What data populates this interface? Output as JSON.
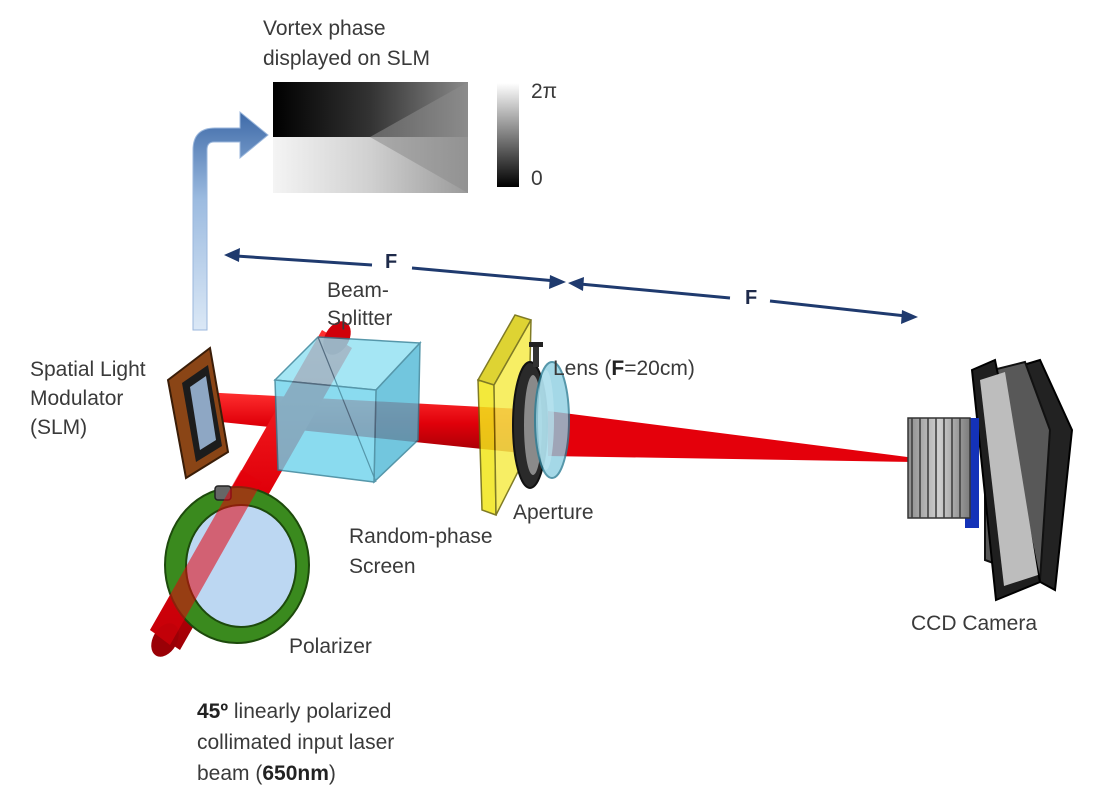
{
  "labels": {
    "vortex_line1": "Vortex phase",
    "vortex_line2": "displayed on SLM",
    "colorbar_max": "2π",
    "colorbar_min": "0",
    "dist_1": "F",
    "dist_2": "F",
    "beamsplitter_line1": "Beam-",
    "beamsplitter_line2": "Splitter",
    "slm_line1": "Spatial Light",
    "slm_line2": "Modulator",
    "slm_line3": "(SLM)",
    "lens_prefix": "Lens (",
    "lens_bold": "F",
    "lens_suffix": "=20cm)",
    "aperture": "Aperture",
    "screen_line1": "Random-phase",
    "screen_line2": "Screen",
    "polarizer": "Polarizer",
    "camera": "CCD Camera",
    "input_bold_angle": "45º",
    "input_line1_rest": " linearly polarized",
    "input_line2": "collimated input laser",
    "input_line3_prefix": "beam (",
    "input_line3_bold": "650nm",
    "input_line3_suffix": ")"
  },
  "colors": {
    "beam": "#e8000c",
    "beam_dark": "#a30008",
    "arrow": "#1f3a6e",
    "splitter": "#6ed3ec",
    "screen": "#f2e61a",
    "polarizer_ring": "#3a8a1e",
    "slm_frame": "#a0521d",
    "camera_body": "#4a4a4a"
  }
}
